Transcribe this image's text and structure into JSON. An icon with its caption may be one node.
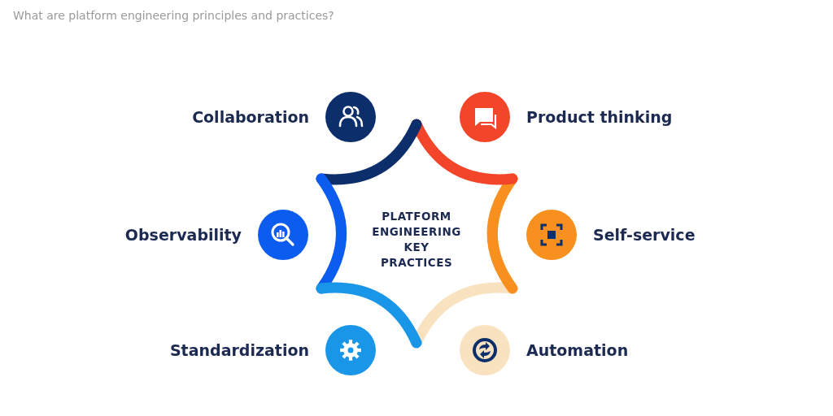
{
  "diagram": {
    "title": "What are platform engineering principles and practices?",
    "nodes": [
      {
        "text": [
          "PLATFORM ENGINEERING KEY PRACTICES"
        ]
      },
      {
        "text": [
          "Collaboration"
        ]
      },
      {
        "text": [
          "Product thinking"
        ]
      },
      {
        "text": [
          "Observability"
        ]
      },
      {
        "text": [
          "Self-service"
        ]
      },
      {
        "text": [
          "Standardization"
        ]
      },
      {
        "text": [
          "Automation"
        ]
      }
    ]
  }
}
